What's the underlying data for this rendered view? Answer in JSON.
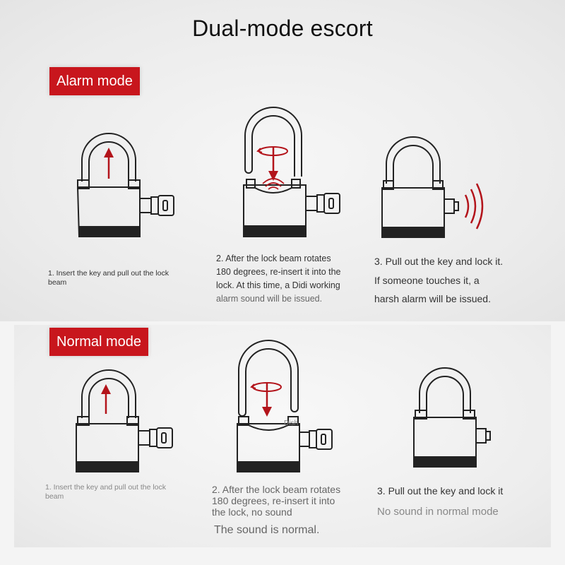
{
  "title": "Dual-mode escort",
  "alarm_mode": {
    "label": "Alarm mode",
    "steps": [
      {
        "lines": [
          "1. Insert the key and pull out the lock",
          "beam"
        ]
      },
      {
        "lines": [
          "2. After the lock beam rotates",
          "180 degrees, re-insert it into the",
          "lock. At this time, a Didi working"
        ],
        "extra": "alarm sound will be issued."
      },
      {
        "lines": [
          "3. Pull out the key and lock it.",
          "If someone touches it, a",
          "harsh alarm will be issued."
        ]
      }
    ]
  },
  "normal_mode": {
    "label": "Normal mode",
    "steps": [
      {
        "lines": [
          "1. Insert the key and pull out the lock",
          "beam"
        ]
      },
      {
        "lines": [
          "2. After the lock beam rotates",
          "180 degrees, re-insert it into",
          "the lock, no sound"
        ],
        "extra": "The sound is normal."
      },
      {
        "lines": [
          "3. Pull out the key and lock it"
        ],
        "extra": "No sound in normal mode"
      }
    ],
    "dish_label": "Dish"
  },
  "colors": {
    "accent_red": "#c8161d",
    "line": "#222222",
    "arrow_red": "#b3141b"
  },
  "icons": [
    "padlock-icon",
    "key-icon",
    "up-arrow-icon",
    "down-arrow-icon",
    "rotate-icon",
    "sound-wave-icon",
    "alarm-wave-icon"
  ]
}
